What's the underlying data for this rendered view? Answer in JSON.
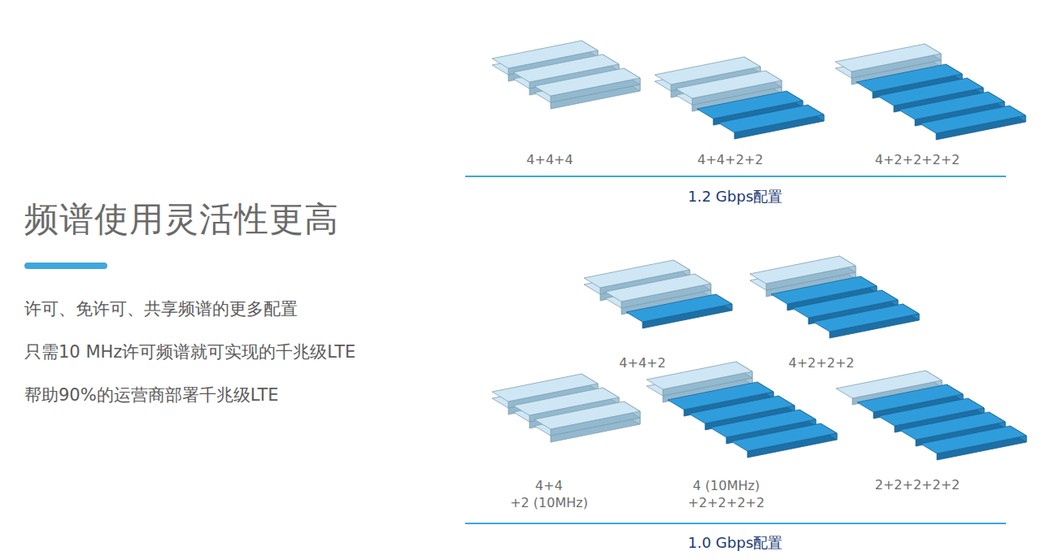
{
  "diagram": {
    "title": "频谱使用灵活性更高",
    "labels": [
      "许可、免许可、共享频谱的更多配置",
      "只需10 MHz许可频谱就可实现的千兆级LTE",
      "帮助90%的运营商部署千兆级LTE",
      "4+4+4",
      "4+4+2+2",
      "4+2+2+2+2",
      "1.2 Gbps配置",
      "4+4+2",
      "4+2+2+2",
      "4+4 +2 (10MHz)",
      "4 (10MHz) +2+2+2+2",
      "2+2+2+2+2",
      "1.0 Gbps配置"
    ]
  }
}
